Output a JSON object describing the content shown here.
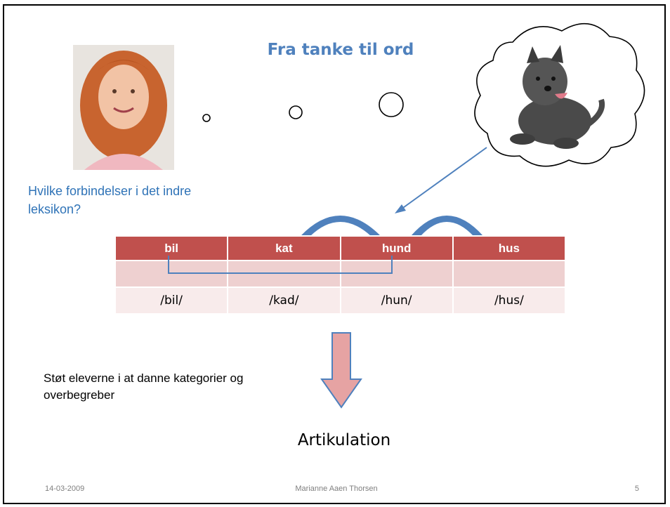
{
  "slide": {
    "title": "Fra tanke til ord",
    "question": "Hvilke forbindelser i det indre leksikon?",
    "support_text": "Støt eleverne i at danne kategorier og overbegreber",
    "articulation": "Artikulation"
  },
  "lexicon_table": {
    "words": [
      "bil",
      "kat",
      "hund",
      "hus"
    ],
    "middle_row": [
      "",
      "",
      "",
      ""
    ],
    "phonology": [
      "/bil/",
      "/kad/",
      "/hun/",
      "/hus/"
    ]
  },
  "colors": {
    "title": "#4f81bd",
    "question": "#2f73b7",
    "table_header": "#c0504d",
    "arc": "#4f81bd",
    "arrow_fill": "#e6a3a3"
  },
  "footer": {
    "date": "14-03-2009",
    "author": "Marianne Aaen Thorsen",
    "page": "5"
  }
}
